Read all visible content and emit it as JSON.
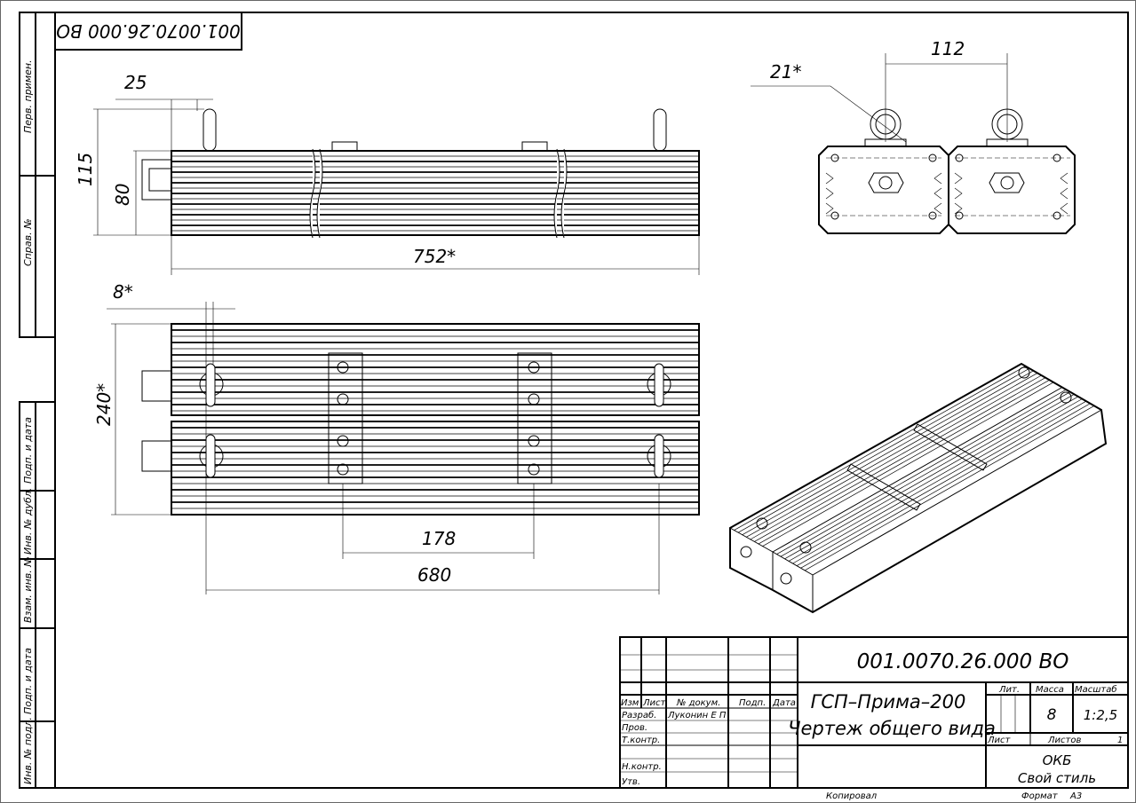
{
  "stamp": {
    "doc_number_rotated": "001.0070.26.000 ВО"
  },
  "side_strip": {
    "perv_primen": "Перв. примен.",
    "sprav_no": "Справ. №",
    "podp_data_1": "Подп. и дата",
    "inv_dubl": "Инв. № дубл.",
    "vzam_inv": "Взам. инв. №",
    "podp_data_2": "Подп. и дата",
    "inv_podl": "Инв. № подл."
  },
  "dimensions": {
    "d25": "25",
    "d115": "115",
    "d80": "80",
    "d752": "752*",
    "d8": "8*",
    "d240": "240*",
    "d178": "178",
    "d680": "680",
    "d112": "112",
    "d21": "21*"
  },
  "title_block": {
    "doc_number": "001.0070.26.000 ВО",
    "product_name": "ГСП–Прима–200",
    "drawing_type": "Чертеж общего вида",
    "headers": {
      "izm": "Изм",
      "list": "Лист",
      "no_dokum": "№ докум.",
      "podp": "Подп.",
      "data": "Дата"
    },
    "roles": {
      "razrab": "Разраб.",
      "prov": "Пров.",
      "tkontr": "Т.контр.",
      "nkontr": "Н.контр.",
      "utv": "Утв."
    },
    "developer": "Луконин Е П",
    "lit_label": "Лит.",
    "massa_label": "Масса",
    "masshtab_label": "Масштаб",
    "massa": "8",
    "masshtab": "1:2,5",
    "list_label": "Лист",
    "listov_label": "Листов",
    "listov": "1",
    "org_line1": "ОКБ",
    "org_line2": "Свой стиль",
    "kopiroval": "Копировал",
    "format_label": "Формат",
    "format": "А3"
  }
}
